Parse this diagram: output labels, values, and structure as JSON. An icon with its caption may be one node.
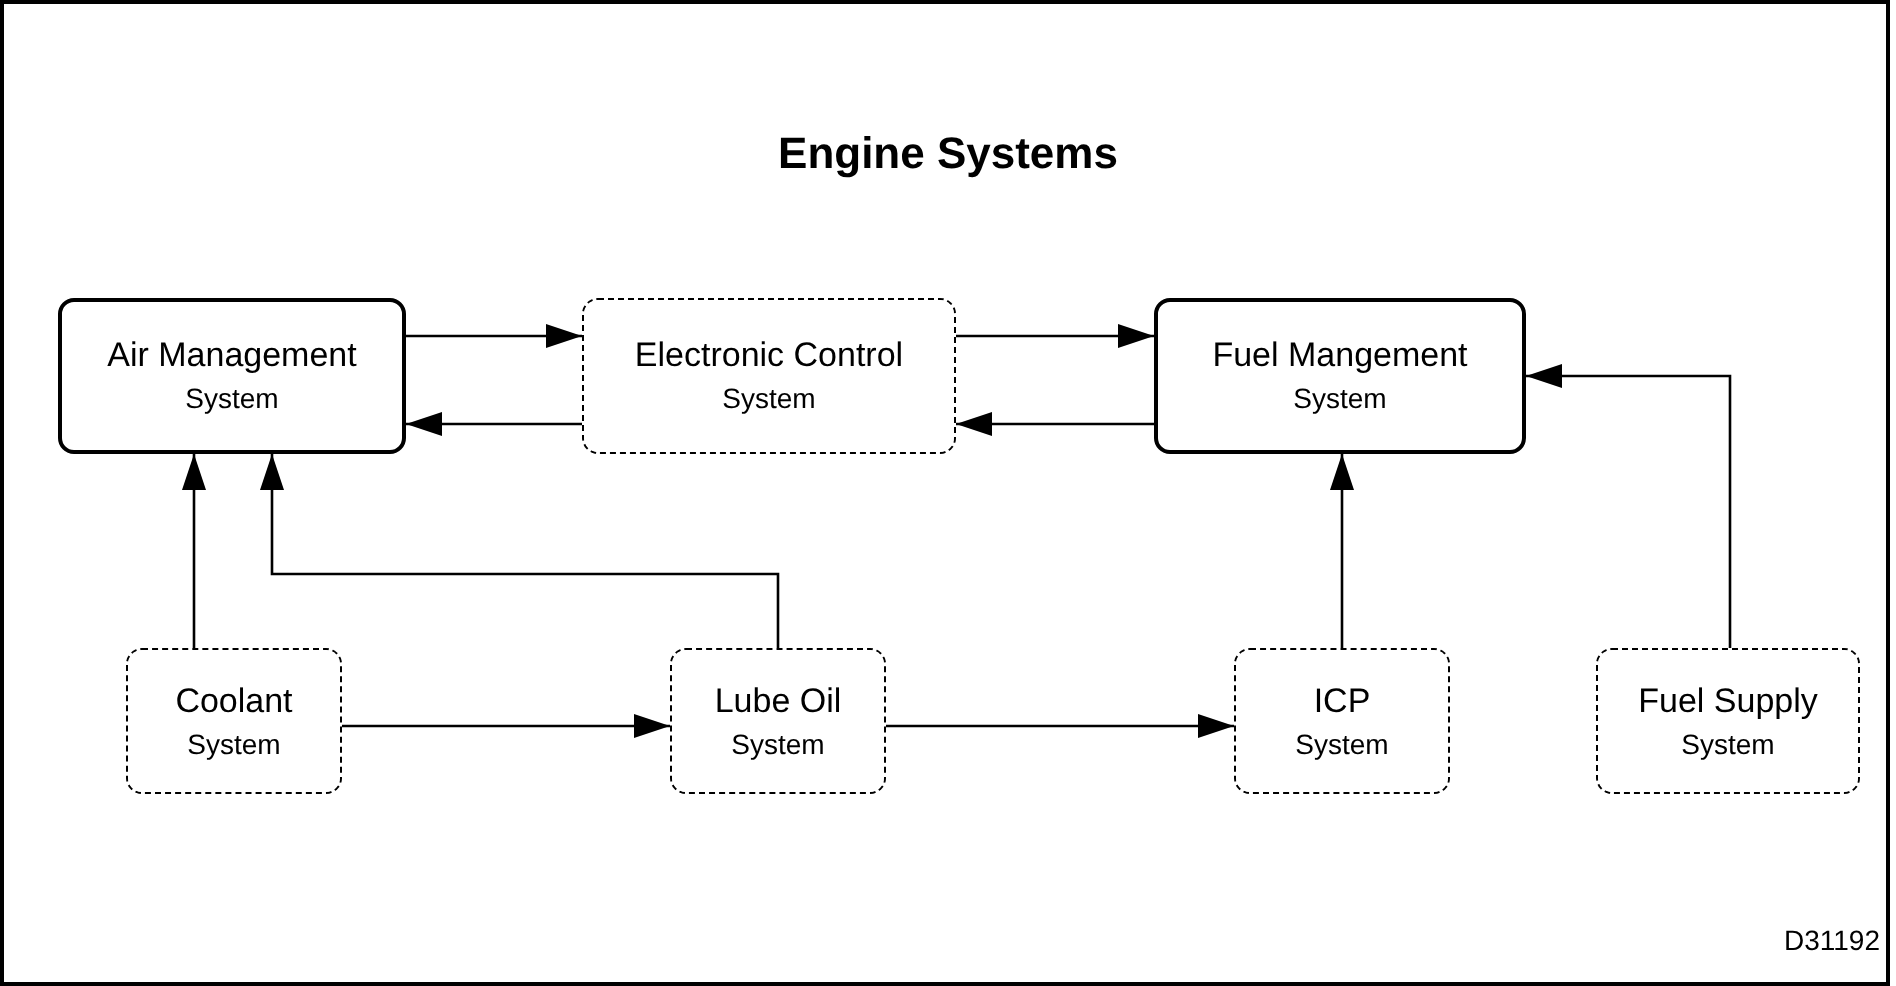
{
  "diagram": {
    "title": "Engine Systems",
    "nodes": [
      {
        "text": [
          "Air Management",
          "System"
        ]
      },
      {
        "text": [
          "Electronic Control",
          "System"
        ]
      },
      {
        "text": [
          "Fuel Mangement",
          "System"
        ]
      },
      {
        "text": [
          "Coolant",
          "System"
        ]
      },
      {
        "text": [
          "Lube Oil",
          "System"
        ]
      },
      {
        "text": [
          "ICP",
          "System"
        ]
      },
      {
        "text": [
          "Fuel Supply",
          "System"
        ]
      }
    ],
    "edges": [
      {
        "from": 0,
        "to": 1,
        "arrow": "to"
      },
      {
        "from": 1,
        "to": 0,
        "arrow": "to"
      },
      {
        "from": 1,
        "to": 2,
        "arrow": "to"
      },
      {
        "from": 2,
        "to": 1,
        "arrow": "to"
      },
      {
        "from": 3,
        "to": 0,
        "arrow": "to"
      },
      {
        "from": 4,
        "to": 0,
        "arrow": "to"
      },
      {
        "from": 3,
        "to": 4,
        "arrow": "to"
      },
      {
        "from": 4,
        "to": 5,
        "arrow": "to"
      },
      {
        "from": 5,
        "to": 2,
        "arrow": "to"
      },
      {
        "from": 6,
        "to": 2,
        "arrow": "to"
      }
    ],
    "labels": [
      "D31192"
    ]
  }
}
